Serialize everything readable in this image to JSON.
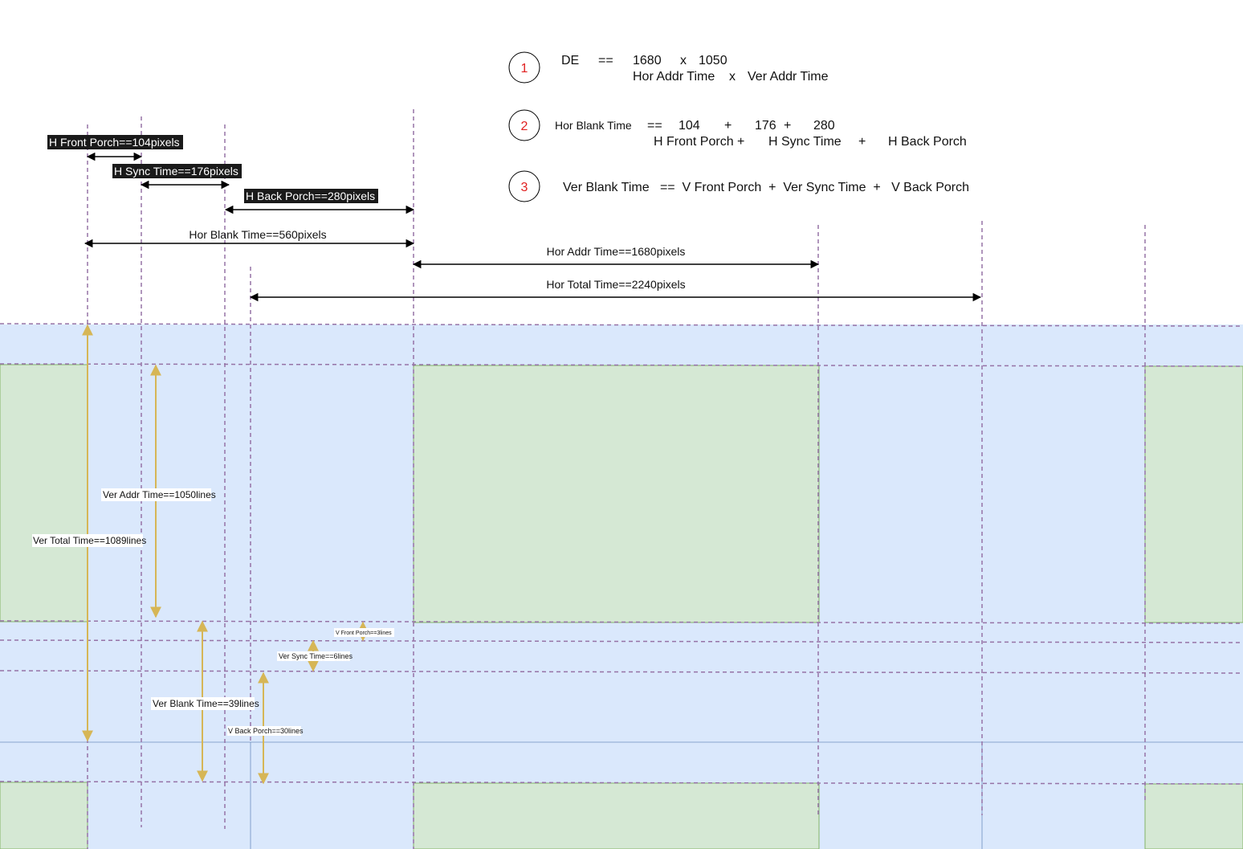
{
  "equations": {
    "eq1": {
      "number": "1",
      "lhs": "DE",
      "op": "==",
      "v1": "1680",
      "times": "x",
      "v2": "1050",
      "sub1": "Hor Addr Time",
      "subx": "x",
      "sub2": "Ver Addr Time"
    },
    "eq2": {
      "number": "2",
      "lhs": "Hor Blank Time",
      "op": "==",
      "v1": "104",
      "plus1": "+",
      "v2": "176",
      "plus2": "+",
      "v3": "280",
      "sub1": "H Front Porch +",
      "sub2": "H Sync Time",
      "subplus": "+",
      "sub3": "H Back Porch"
    },
    "eq3": {
      "number": "3",
      "text": "Ver Blank Time   ==  V Front Porch  +  Ver Sync Time  +   V Back Porch"
    }
  },
  "horizontal": {
    "front_porch": "H Front Porch==104pixels",
    "sync": "H Sync Time==176pixels",
    "back_porch": "H Back Porch==280pixels",
    "blank": "Hor Blank Time==560pixels",
    "addr": "Hor Addr Time==1680pixels",
    "total": "Hor Total Time==2240pixels"
  },
  "vertical": {
    "addr": "Ver Addr Time==1050lines",
    "total": "Ver Total Time==1089lines",
    "front_porch": "V Front Porch==3lines",
    "sync": "Ver Sync Time==6lines",
    "blank": "Ver Blank Time==39lines",
    "back_porch": "V Back Porch==30lines"
  },
  "colors": {
    "blank_fill": "#dae8fc",
    "active_fill": "#d5e8d4",
    "guide": "#9673a6",
    "vertical_arrow": "#d6b656",
    "number_red": "#e02020",
    "highlight": "#1a1a1a"
  }
}
